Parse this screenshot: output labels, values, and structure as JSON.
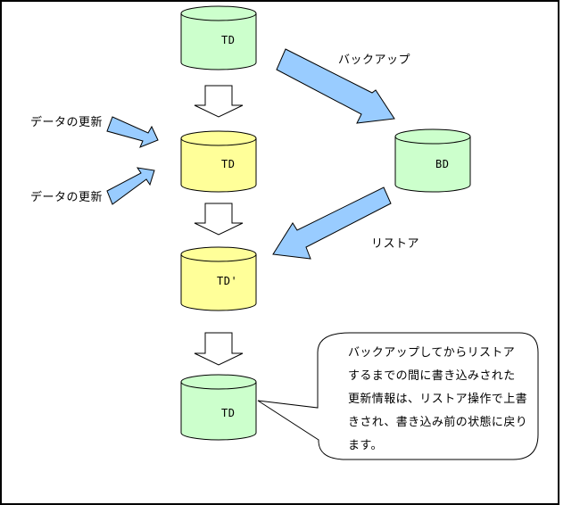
{
  "colors": {
    "db_green": "#ccffcc",
    "db_yellow": "#ffff99",
    "arrow_blue": "#99ccff",
    "outline": "#000000",
    "background": "#ffffff"
  },
  "databases": [
    {
      "id": "td-original",
      "label": "TD",
      "color": "green"
    },
    {
      "id": "td-updated",
      "label": "TD",
      "color": "yellow"
    },
    {
      "id": "bd-backup",
      "label": "BD",
      "color": "green"
    },
    {
      "id": "td-prime",
      "label": "TD'",
      "color": "yellow"
    },
    {
      "id": "td-restored",
      "label": "TD",
      "color": "green"
    }
  ],
  "labels": {
    "backup": "バックアップ",
    "restore": "リストア",
    "update_1": "データの更新",
    "update_2": "データの更新"
  },
  "callout": {
    "lines": [
      "バックアップしてからリストア",
      "するまでの間に書き込みされた",
      "更新情報は、リストア操作で上書",
      "きされ、書き込み前の状態に戻り",
      "ます。"
    ]
  }
}
